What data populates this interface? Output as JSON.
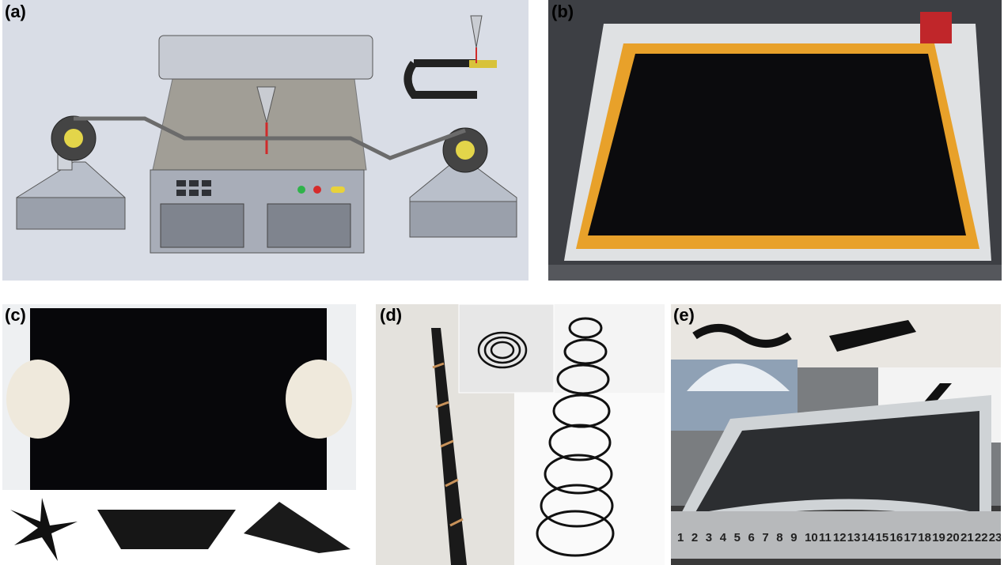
{
  "panels": {
    "a": {
      "label": "(a)"
    },
    "b": {
      "label": "(b)"
    },
    "c": {
      "label": "(c)"
    },
    "d": {
      "label": "(d)"
    },
    "e": {
      "label": "(e)"
    }
  },
  "ruler": {
    "numbers": [
      "1",
      "2",
      "3",
      "4",
      "5",
      "6",
      "7",
      "8",
      "9",
      "10",
      "11",
      "12",
      "13",
      "14",
      "15",
      "16",
      "17",
      "18",
      "19",
      "20",
      "21",
      "22",
      "23"
    ]
  },
  "colors": {
    "cad_bg": "#d9dde6",
    "tape_orange": "#e8a12a",
    "sheet_black": "#0b0b0d"
  }
}
